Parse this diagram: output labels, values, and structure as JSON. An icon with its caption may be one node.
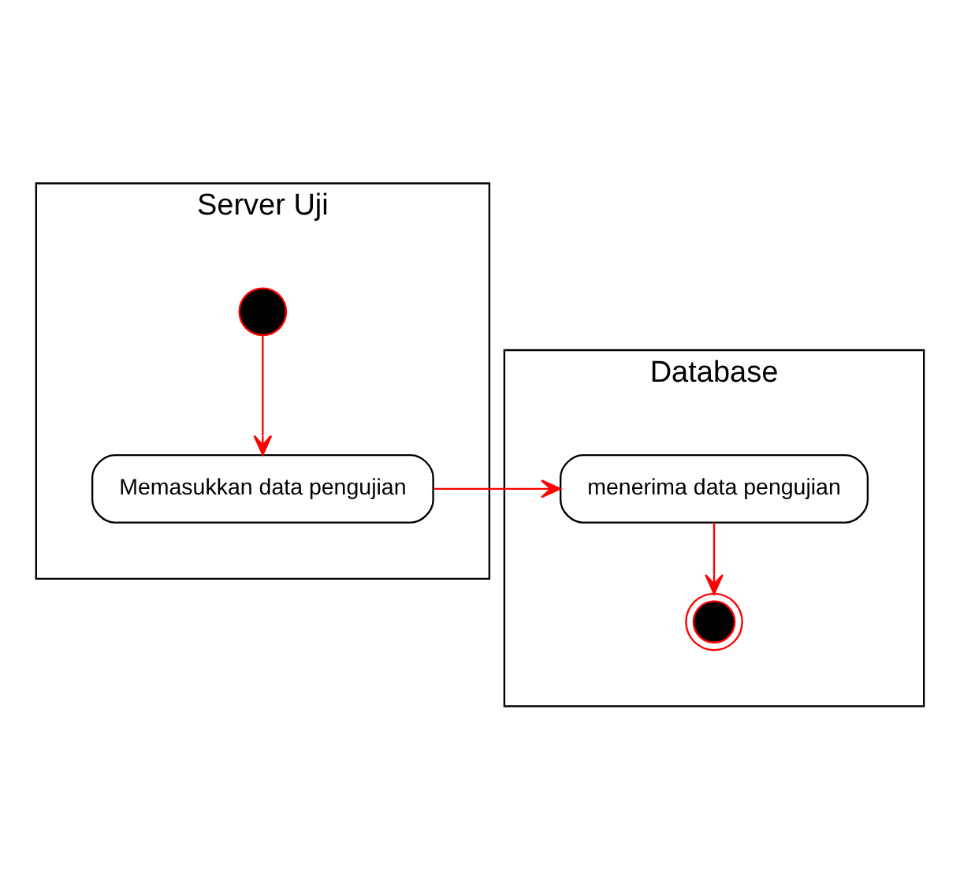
{
  "diagram": {
    "nodes": [
      {
        "text": [
          "Server Uji"
        ]
      },
      {
        "text": [
          "Database"
        ]
      },
      {
        "text": [],
        "shape": "circle",
        "in": 0
      },
      {
        "text": [
          "Memasukkan data pengujian"
        ],
        "in": 0
      },
      {
        "text": [
          "menerima data pengujian"
        ],
        "in": 1
      },
      {
        "text": [],
        "shape": "circle",
        "in": 1
      }
    ],
    "edges": [
      {
        "from": 2,
        "to": 3,
        "arrow": "to"
      },
      {
        "from": 3,
        "to": 4,
        "arrow": "to"
      },
      {
        "from": 4,
        "to": 5,
        "arrow": "to"
      }
    ]
  }
}
